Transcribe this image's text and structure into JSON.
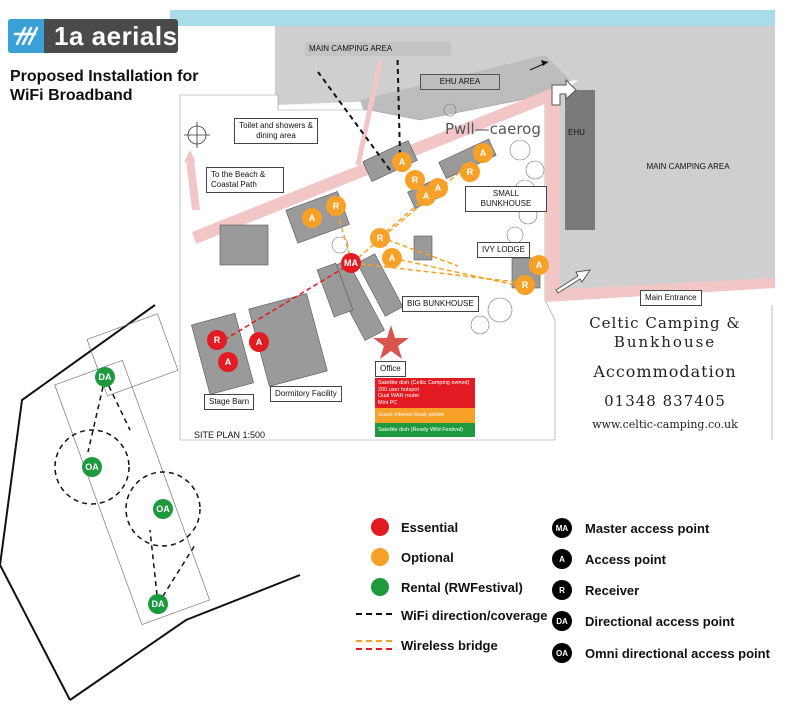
{
  "logo": {
    "text": "1a aerials"
  },
  "title": {
    "line1": "Proposed Installation for",
    "line2": "WiFi Broadband"
  },
  "map": {
    "main_camping_area_top": "MAIN CAMPING AREA",
    "main_camping_area_right": "MAIN CAMPING AREA",
    "ehu_area": "EHU AREA",
    "ehu": "EHU",
    "site_name": "Pwll—caerog",
    "toilet": "Toilet and showers & dining area",
    "to_beach": "To the Beach & Coastal Path",
    "small_bunkhouse": "SMALL BUNKHOUSE",
    "ivy_lodge": "IVY LODGE",
    "big_bunkhouse": "BIG BUNKHOUSE",
    "main_entrance": "Main Entrance",
    "office": "Office",
    "stage_barn": "Stage Barn",
    "dormitory": "Dormitory Facility",
    "site_plan": "SITE PLAN 1:500",
    "office_red": [
      "Satellite dish (Celtic Camping owned)",
      "200 user hotspot",
      "Dual WAN router",
      "Mini PC"
    ],
    "office_orange": "Guest Internet kiosk printer",
    "office_green": "Satellite dish (Ready Wild Festival)"
  },
  "business": {
    "name_line1": "Celtic Camping &",
    "name_line2": "Bunkhouse",
    "accommodation": "Accommodation",
    "phone": "01348 837405",
    "website": "www.celtic-camping.co.uk"
  },
  "markers": {
    "a": "A",
    "r": "R",
    "ma": "MA",
    "da": "DA",
    "oa": "OA"
  },
  "legend": {
    "essential": "Essential",
    "optional": "Optional",
    "rental": "Rental (RWFestival)",
    "wifi_direction": "WiFi direction/coverage",
    "wireless_bridge": "Wireless bridge",
    "master_ap": "Master access point",
    "access_point": "Access point",
    "receiver": "Receiver",
    "directional_ap": "Directional access point",
    "omni_ap": "Omni directional access point"
  },
  "colors": {
    "essential": "#e21b22",
    "optional": "#f7a128",
    "rental": "#1e9a3e",
    "sky": "#a8dce8",
    "area_grey": "#cfcfcf",
    "path_pink": "#f2c6c6"
  }
}
